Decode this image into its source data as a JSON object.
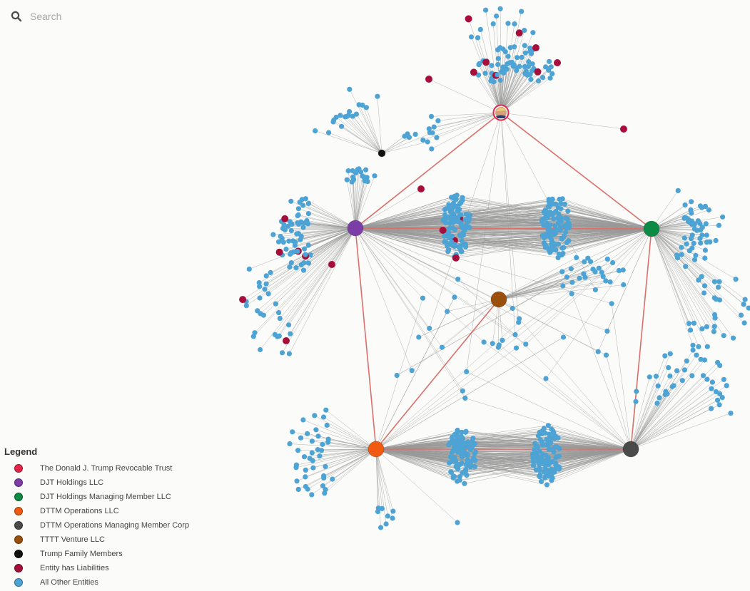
{
  "search": {
    "placeholder": "Search",
    "icon": "search-icon"
  },
  "legend": {
    "title": "Legend",
    "items": [
      {
        "label": "The Donald J. Trump Revocable Trust",
        "color": "#e4254a"
      },
      {
        "label": "DJT Holdings LLC",
        "color": "#7c3ea6"
      },
      {
        "label": "DJT Holdings Managing Member LLC",
        "color": "#0d8a44"
      },
      {
        "label": "DTTM Operations LLC",
        "color": "#f25a12"
      },
      {
        "label": "DTTM Operations Managing Member Corp",
        "color": "#4a4a4a"
      },
      {
        "label": "TTTT Venture LLC",
        "color": "#9a4f0d"
      },
      {
        "label": "Trump Family Members",
        "color": "#111111"
      },
      {
        "label": "Entity has Liabilities",
        "color": "#a80e3c"
      },
      {
        "label": "All Other Entities",
        "color": "#4da3d4"
      }
    ]
  },
  "graph": {
    "edge_color": "#9a9a9a",
    "main_edge_color": "#d9706a",
    "main_nodes": [
      {
        "id": "trust",
        "legend": "The Donald J. Trump Revocable Trust",
        "color": "#e4254a",
        "icon": "portrait-icon"
      },
      {
        "id": "djt",
        "legend": "DJT Holdings LLC",
        "color": "#7c3ea6"
      },
      {
        "id": "djtmm",
        "legend": "DJT Holdings Managing Member LLC",
        "color": "#0d8a44"
      },
      {
        "id": "dttm",
        "legend": "DTTM Operations LLC",
        "color": "#f25a12"
      },
      {
        "id": "dttmmm",
        "legend": "DTTM Operations Managing Member Corp",
        "color": "#4a4a4a"
      },
      {
        "id": "tttt",
        "legend": "TTTT Venture LLC",
        "color": "#9a4f0d"
      },
      {
        "id": "family",
        "legend": "Trump Family Members",
        "color": "#111111"
      }
    ],
    "main_links": [
      [
        "trust",
        "djt"
      ],
      [
        "trust",
        "djtmm"
      ],
      [
        "djt",
        "djtmm"
      ],
      [
        "djt",
        "dttm"
      ],
      [
        "djtmm",
        "dttmmm"
      ],
      [
        "dttm",
        "dttmmm"
      ],
      [
        "dttm",
        "tttt"
      ]
    ]
  }
}
